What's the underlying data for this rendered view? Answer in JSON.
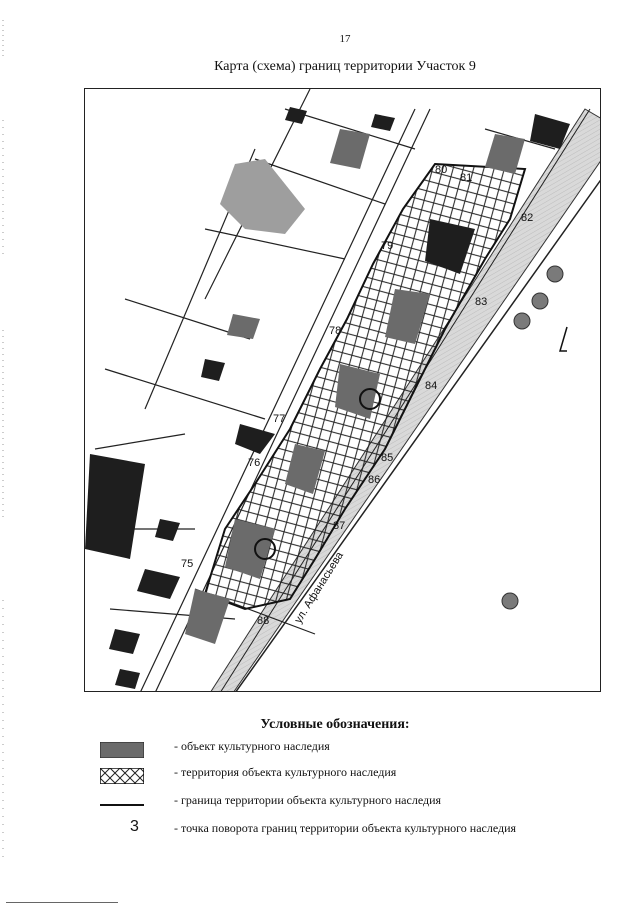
{
  "page": {
    "number": "17",
    "title": "Карта (схема) границ территории Участок 9"
  },
  "map": {
    "street_label": "ул. Афанасьева",
    "point_labels": [
      "75",
      "76",
      "77",
      "78",
      "79",
      "80",
      "81",
      "82",
      "83",
      "84",
      "85",
      "86",
      "87",
      "88"
    ],
    "colors": {
      "heritage_fill": "#6b6b6b",
      "building_fill": "#1e1e1e",
      "marker_fill": "#7a7a7a",
      "line": "#111111"
    }
  },
  "legend": {
    "title": "Условные обозначения:",
    "items": [
      {
        "symbol": "dark-filled-rectangle",
        "text": "- объект культурного наследия"
      },
      {
        "symbol": "crosshatch-rectangle",
        "text": "- территория объекта культурного наследия"
      },
      {
        "symbol": "solid-line",
        "text": "- граница территории объекта культурного наследия"
      },
      {
        "symbol": "number",
        "number": "3",
        "text": "- точка поворота границ территории объекта культурного наследия"
      }
    ]
  }
}
